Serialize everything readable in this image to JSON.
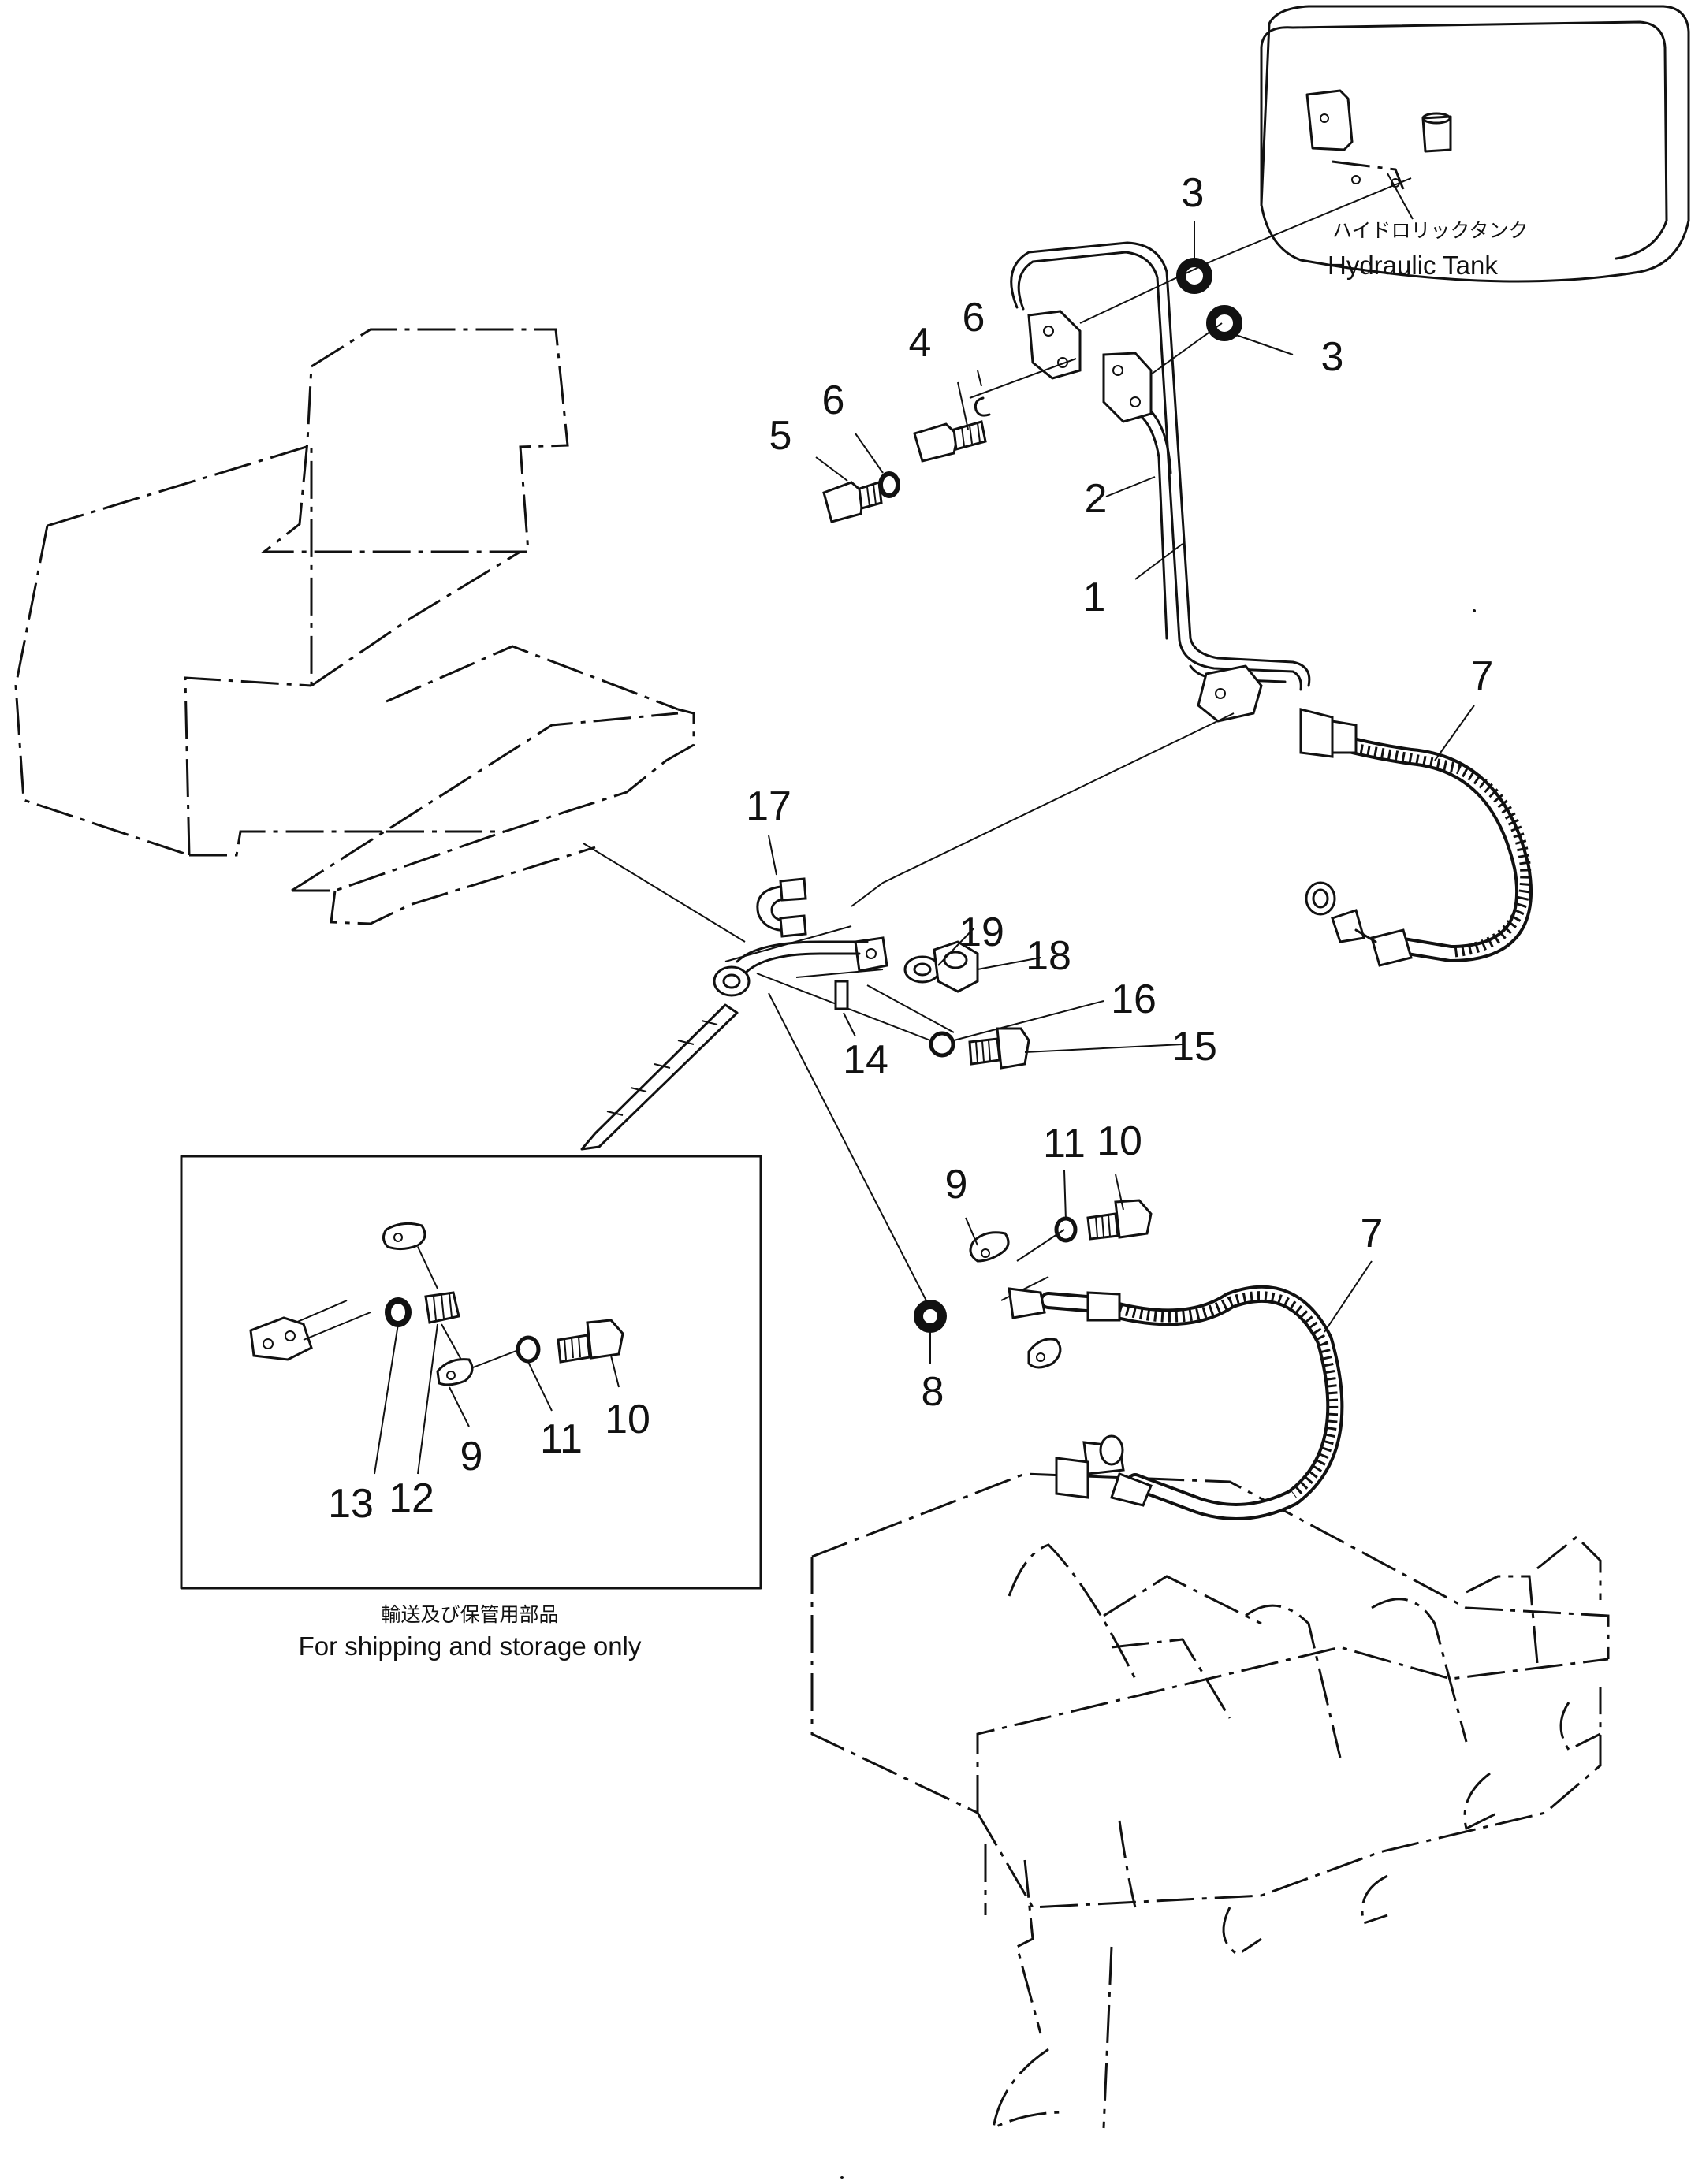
{
  "tank_label": {
    "jp": "ハイドロリックタンク",
    "en": "Hydraulic Tank"
  },
  "inset_caption": {
    "jp": "輸送及び保管用部品",
    "en": "For shipping and storage only"
  },
  "part_numbers": [
    "1",
    "2",
    "3",
    "3",
    "4",
    "5",
    "6",
    "6",
    "7",
    "7",
    "8",
    "9",
    "10",
    "11",
    "14",
    "15",
    "16",
    "17",
    "18",
    "19"
  ],
  "inset_part_numbers": [
    "9",
    "10",
    "11",
    "12",
    "13"
  ]
}
